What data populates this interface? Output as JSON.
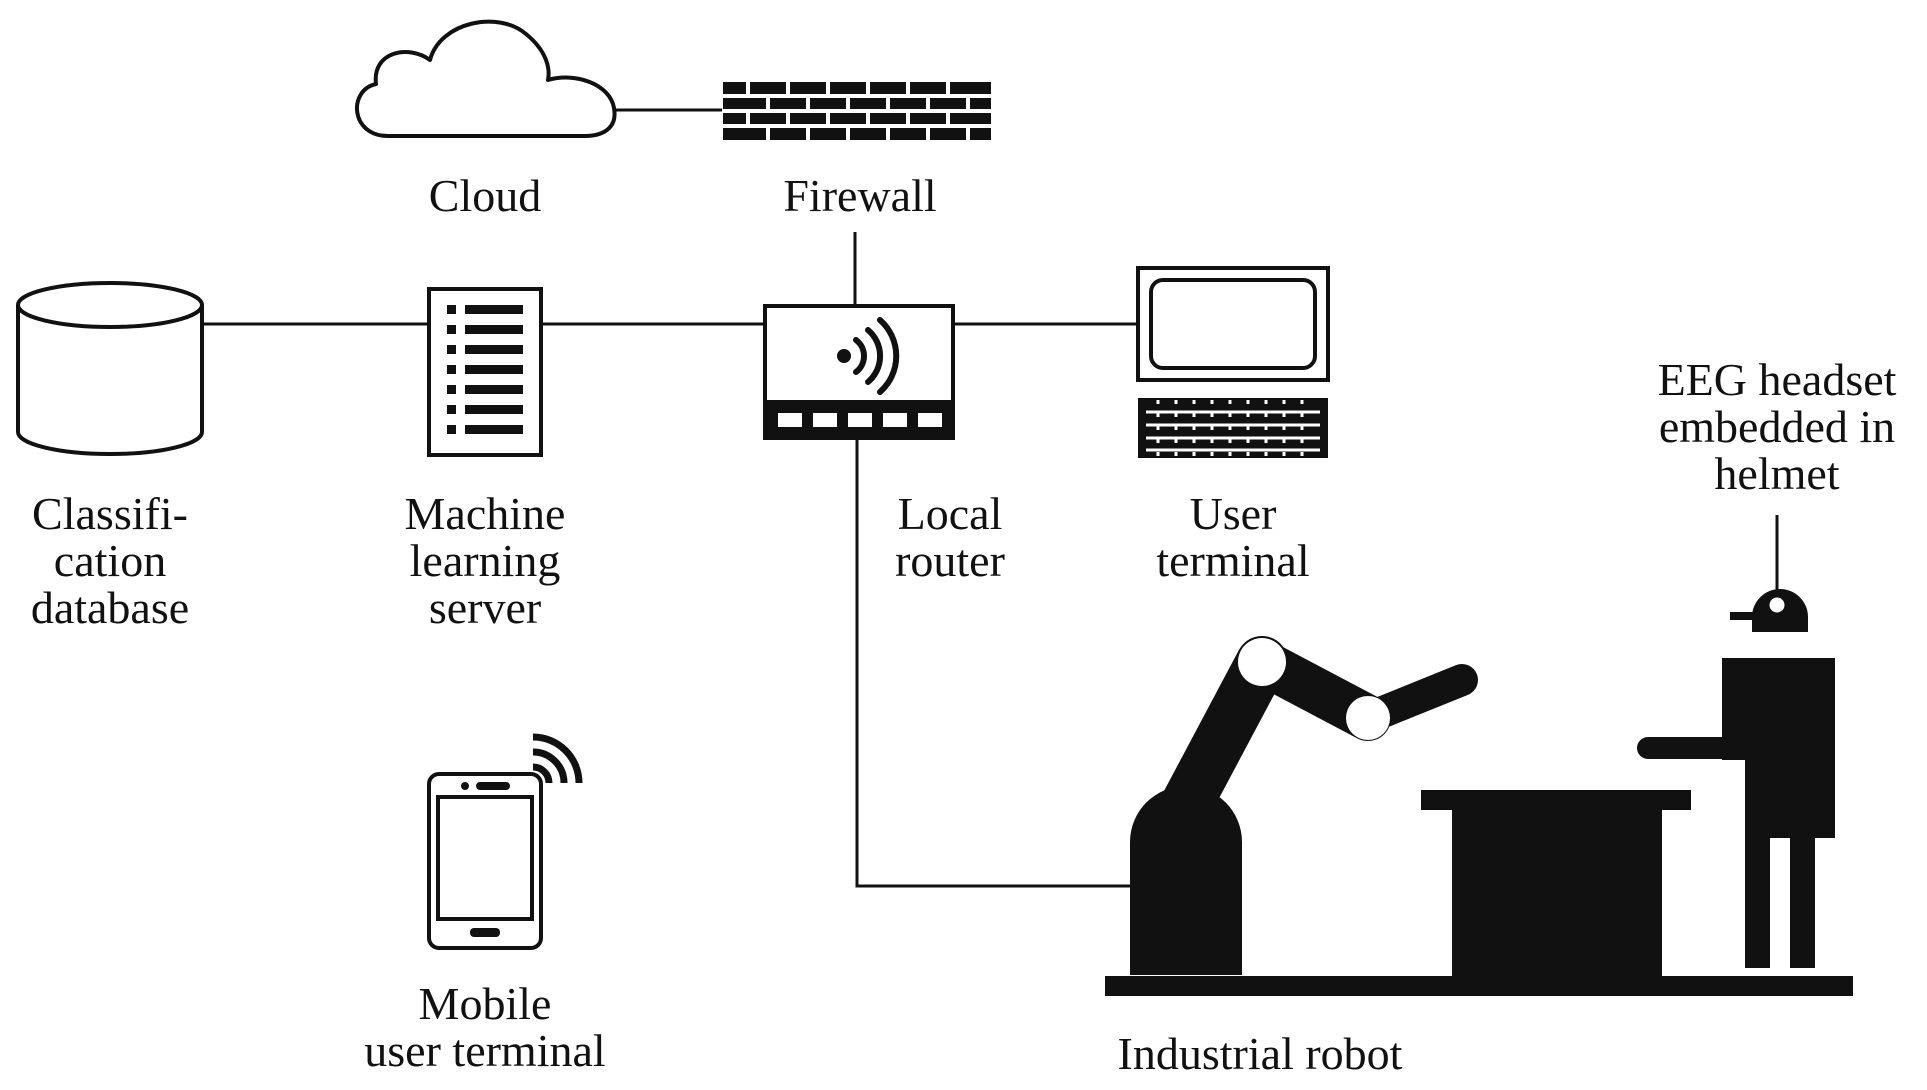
{
  "colors": {
    "ink": "#111111",
    "background": "#ffffff"
  },
  "nodes": {
    "cloud": {
      "label": "Cloud",
      "icon": "cloud-icon"
    },
    "firewall": {
      "label": "Firewall",
      "icon": "firewall-icon"
    },
    "classification_database": {
      "label_lines": [
        "Classifi-",
        "cation",
        "database"
      ],
      "icon": "database-icon"
    },
    "ml_server": {
      "label_lines": [
        "Machine",
        "learning",
        "server"
      ],
      "icon": "server-icon"
    },
    "local_router": {
      "label_lines": [
        "Local",
        "router"
      ],
      "icon": "router-icon"
    },
    "user_terminal": {
      "label_lines": [
        "User",
        "terminal"
      ],
      "icon": "computer-icon"
    },
    "eeg_headset": {
      "label_lines": [
        "EEG headset",
        "embedded in",
        "helmet"
      ],
      "icon": "helmet-headset-icon"
    },
    "mobile_terminal": {
      "label_lines": [
        "Mobile",
        "user terminal"
      ],
      "icon": "smartphone-icon"
    },
    "industrial_robot": {
      "label": "Industrial robot",
      "icon": "robot-arm-icon"
    }
  }
}
